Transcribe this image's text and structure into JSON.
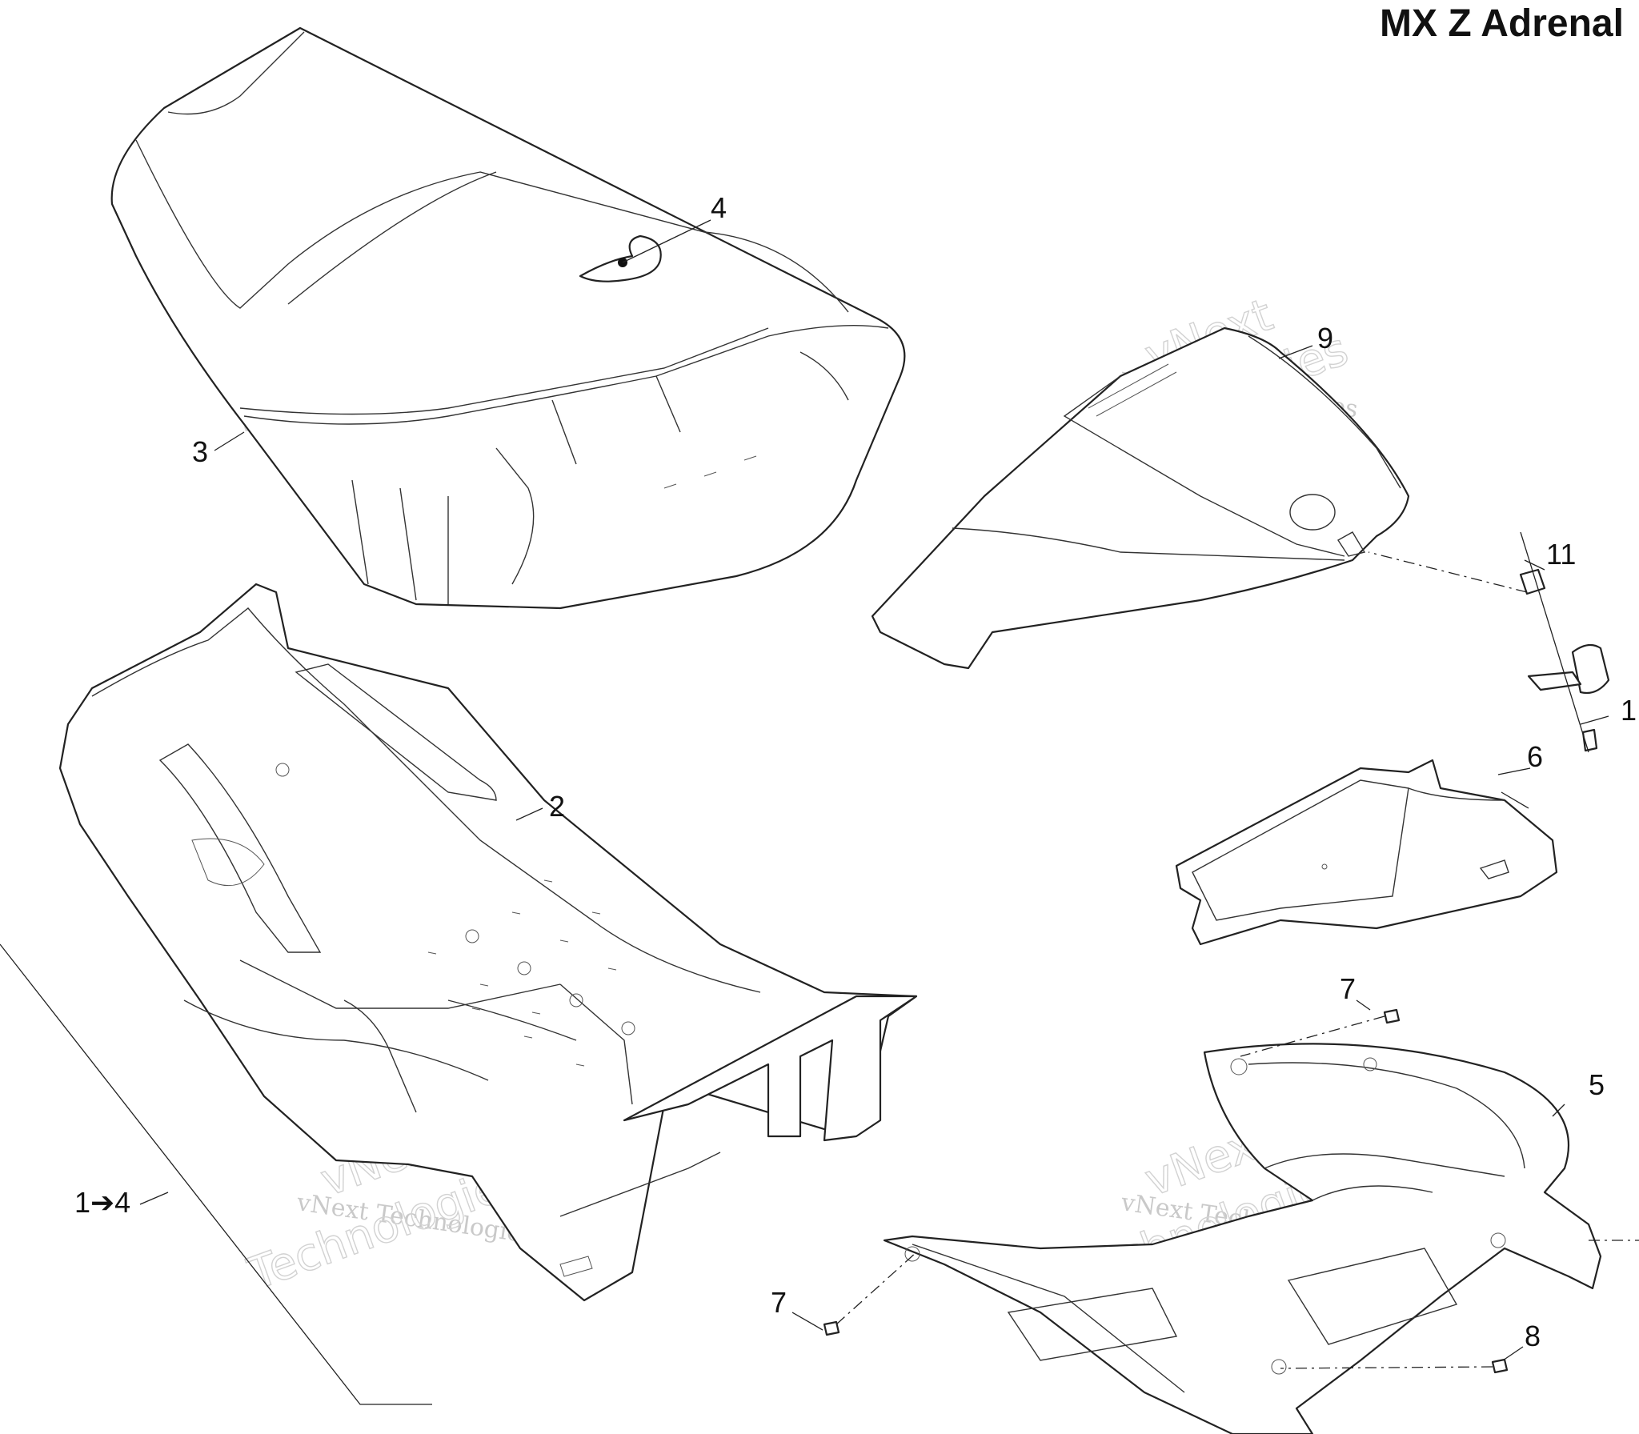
{
  "title": "MX Z Adrenal",
  "callouts": {
    "c1to4": "1➔4",
    "c2": "2",
    "c3": "3",
    "c4": "4",
    "c5": "5",
    "c6": "6",
    "c7a": "7",
    "c7b": "7",
    "c8": "8",
    "c9": "9",
    "c11": "11",
    "c1_partial": "1"
  },
  "watermarks": {
    "line1": "vNext",
    "line2": "vNext Technologies",
    "line3": "Technologies"
  }
}
